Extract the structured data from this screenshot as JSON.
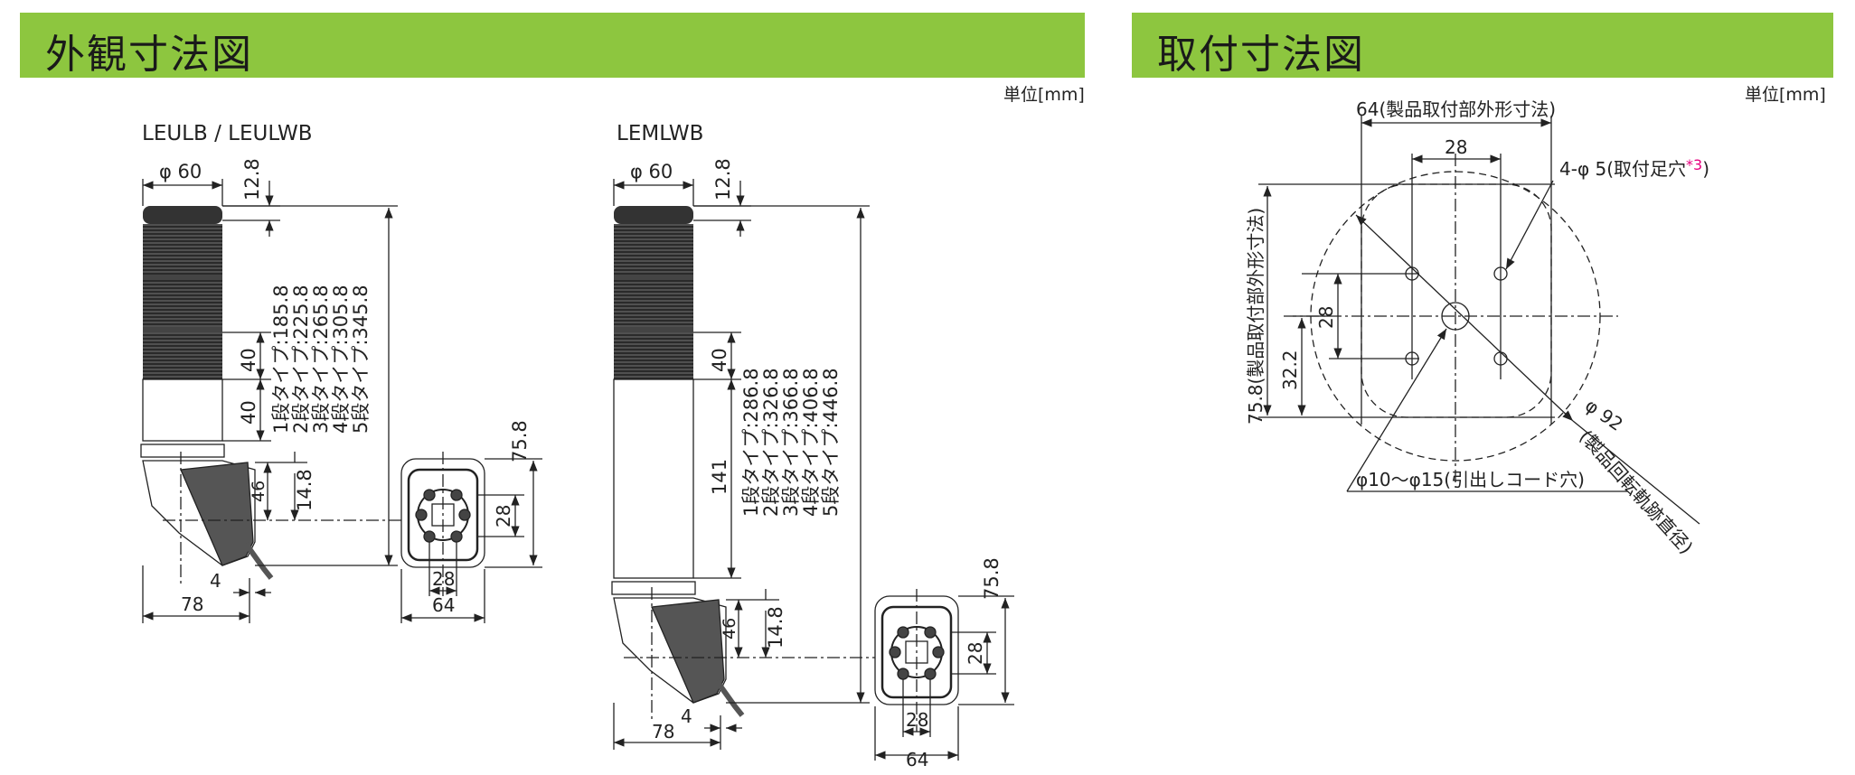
{
  "left_section": {
    "title": "外観寸法図",
    "unit": "単位[mm]"
  },
  "right_section": {
    "title": "取付寸法図",
    "unit": "単位[mm]"
  },
  "model_a": {
    "name": "LEULB / LEULWB",
    "phi": "φ 60",
    "top": "12.8",
    "tier1": "40",
    "tier2": "40",
    "types": [
      "1段タイプ:185.8",
      "2段タイプ:225.8",
      "3段タイプ:265.8",
      "4段タイプ:305.8",
      "5段タイプ:345.8"
    ],
    "d46": "46",
    "d14": "14.8",
    "d4": "4",
    "d78": "78",
    "b_h": "75.8",
    "b_28v": "28",
    "b_28h": "28",
    "b_64": "64"
  },
  "model_b": {
    "name": "LEMLWB",
    "phi": "φ 60",
    "top": "12.8",
    "tier1": "40",
    "d141": "141",
    "types": [
      "1段タイプ:286.8",
      "2段タイプ:326.8",
      "3段タイプ:366.8",
      "4段タイプ:406.8",
      "5段タイプ:446.8"
    ],
    "d46": "46",
    "d14": "14.8",
    "d4": "4",
    "d78": "78",
    "b_h": "75.8",
    "b_28v": "28",
    "b_28h": "28",
    "b_64": "64"
  },
  "mount": {
    "w64": "64(製品取付部外形寸法)",
    "w28": "28",
    "holes": "4-φ 5(取付足穴",
    "note": "*3",
    "close": ")",
    "h758": "75.8(製品取付部外形寸法)",
    "h322": "32.2",
    "h28": "28",
    "phi92": "φ 92",
    "phi92_note": "(製品回転軌跡直径)",
    "cord": "φ10～φ15(引出しコード穴)"
  }
}
